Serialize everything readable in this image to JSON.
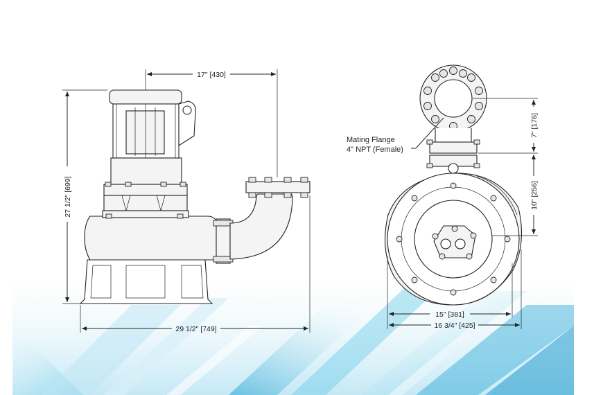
{
  "dimensions": {
    "side_top_width": "17\"  [430]",
    "side_overall_height": "27 1/2\"  [699]",
    "side_overall_width": "29 1/2\"  [749]",
    "front_flange_height": "7\"  [176]",
    "front_body_height": "10\"  [256]",
    "front_body_width": "15\"  [381]",
    "front_overall_width": "16 3/4\"  [425]"
  },
  "callout": {
    "line1": "Mating Flange",
    "line2": "4\" NPT (Female)"
  },
  "colors": {
    "line": "#222222",
    "background_accent": "#3fb6dc"
  }
}
